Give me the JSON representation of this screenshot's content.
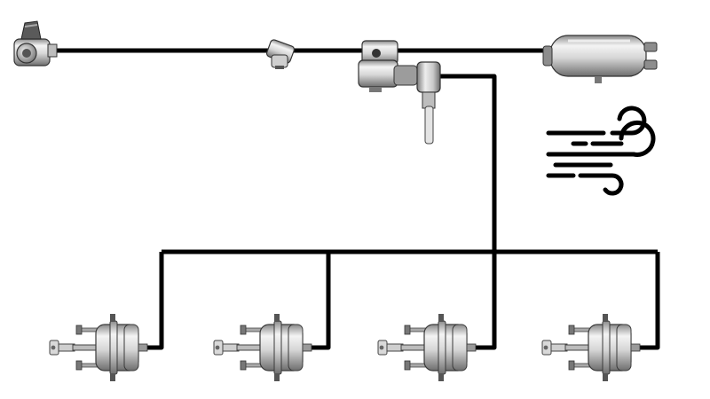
{
  "diagram": {
    "kind": "trailer-air-brake-schematic",
    "line_color": "#000000",
    "metal_light": "#f2f2f2",
    "metal_mid": "#b8b8b8",
    "metal_dark": "#5c5c5c",
    "components": [
      {
        "id": "coupling-head",
        "icon": "gladhand-coupling-icon"
      },
      {
        "id": "line-filter",
        "icon": "inline-filter-icon"
      },
      {
        "id": "relay-emergency-valve",
        "icon": "valve-icon"
      },
      {
        "id": "air-reservoir",
        "icon": "air-tank-icon"
      },
      {
        "id": "brake-chamber-1",
        "icon": "brake-chamber-icon"
      },
      {
        "id": "brake-chamber-2",
        "icon": "brake-chamber-icon"
      },
      {
        "id": "brake-chamber-3",
        "icon": "brake-chamber-icon"
      },
      {
        "id": "brake-chamber-4",
        "icon": "brake-chamber-icon"
      },
      {
        "id": "air-flow-symbol",
        "icon": "wind-icon"
      }
    ]
  }
}
